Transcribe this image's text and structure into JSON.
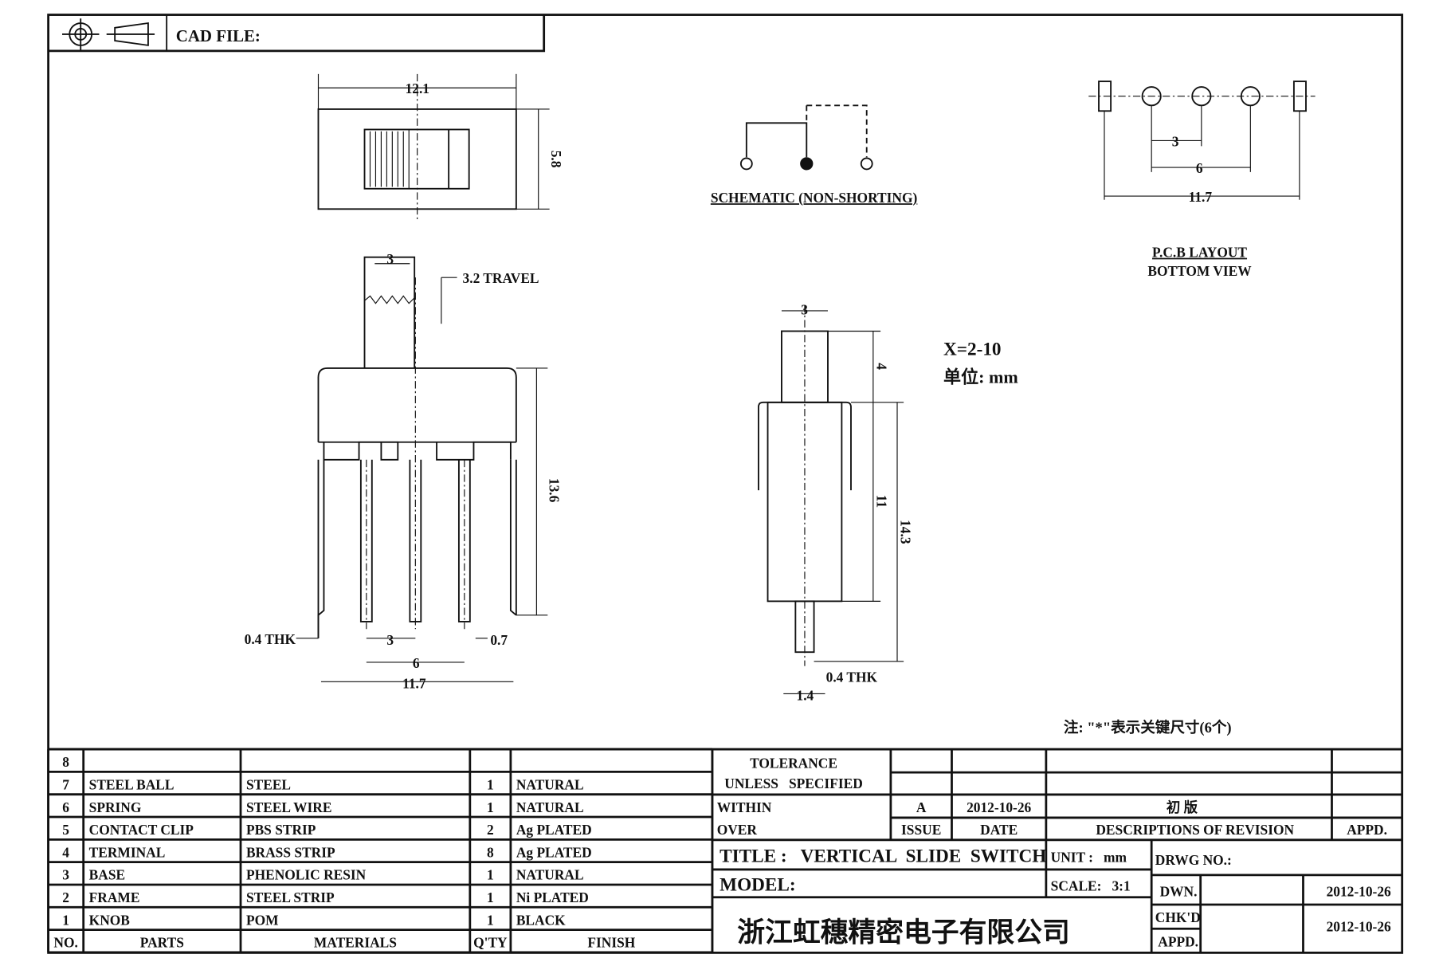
{
  "header": {
    "cad_file_label": "CAD FILE:",
    "projection_icon": "third-angle-projection-icon"
  },
  "views": {
    "top": {
      "width": "12.1",
      "height": "5.8"
    },
    "schematic": {
      "label": "SCHEMATIC (NON-SHORTING)"
    },
    "pcb": {
      "pitch1": "3",
      "pitch2": "6",
      "overall": "11.7",
      "label1": "P.C.B LAYOUT",
      "label2": "BOTTOM VIEW"
    },
    "front": {
      "actuator": "3",
      "travel": "3.2 TRAVEL",
      "height": "13.6",
      "thk": "0.4 THK",
      "pitch1": "3",
      "pitch2": "6",
      "width": "11.7",
      "pin": "0.7"
    },
    "side": {
      "actuator": "3",
      "h1": "4",
      "h2": "11",
      "h3": "14.3",
      "thk": "0.4 THK",
      "pin": "1.4"
    },
    "notes": {
      "x_range": "X=2-10",
      "unit": "单位: mm",
      "key_note": "注: \"*\"表示关键尺寸(6个)"
    }
  },
  "bom": {
    "headers": [
      "NO.",
      "PARTS",
      "MATERIALS",
      "Q'TY",
      "FINISH"
    ],
    "rows": [
      [
        "8",
        "",
        "",
        "",
        ""
      ],
      [
        "7",
        "STEEL BALL",
        "STEEL",
        "1",
        "NATURAL"
      ],
      [
        "6",
        "SPRING",
        "STEEL WIRE",
        "1",
        "NATURAL"
      ],
      [
        "5",
        "CONTACT CLIP",
        "PBS STRIP",
        "2",
        "Ag PLATED"
      ],
      [
        "4",
        "TERMINAL",
        "BRASS STRIP",
        "8",
        "Ag PLATED"
      ],
      [
        "3",
        "BASE",
        "PHENOLIC RESIN",
        "1",
        "NATURAL"
      ],
      [
        "2",
        "FRAME",
        "STEEL STRIP",
        "1",
        "Ni PLATED"
      ],
      [
        "1",
        "KNOB",
        "POM",
        "1",
        "BLACK"
      ]
    ]
  },
  "tolerance": {
    "line1": "TOLERANCE",
    "line2": "UNLESS   SPECIFIED",
    "within": "WITHIN",
    "over": "OVER"
  },
  "revision": {
    "issue": "A",
    "date": "2012-10-26",
    "description": "初 版",
    "h_issue": "ISSUE",
    "h_date": "DATE",
    "h_desc": "DESCRIPTIONS OF REVISION",
    "h_appd": "APPD."
  },
  "title_block": {
    "title": "TITLE :   VERTICAL  SLIDE  SWITCH",
    "model": "MODEL:",
    "unit": "UNIT :   mm",
    "scale": "SCALE:   3:1",
    "drwg_no": "DRWG NO.:",
    "dwn": "DWN.",
    "dwn_date": "2012-10-26",
    "chkd": "CHK'D",
    "appd": "APPD.",
    "chk_date": "2012-10-26",
    "company": "浙江虹穗精密电子有限公司"
  }
}
